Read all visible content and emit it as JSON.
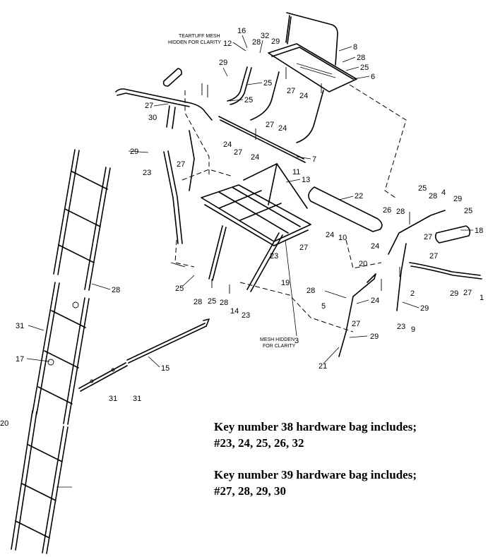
{
  "notes": {
    "mesh_top_line1": "TEARTUFF MESH",
    "mesh_top_line2": "HIDDEN FOR CLARITY",
    "mesh_bottom_line1": "MESH HIDDEN",
    "mesh_bottom_line2": "FOR CLARITY"
  },
  "key_notes": [
    {
      "line1": "Key number 38 hardware bag includes;",
      "line2": "#23, 24, 25, 26, 32"
    },
    {
      "line1": "Key number 39 hardware bag includes;",
      "line2": "#27, 28, 29, 30"
    }
  ],
  "callouts": [
    {
      "id": "c1",
      "text": "16"
    },
    {
      "id": "c2",
      "text": "32"
    },
    {
      "id": "c3",
      "text": "12"
    },
    {
      "id": "c4",
      "text": "28"
    },
    {
      "id": "c5",
      "text": "29"
    },
    {
      "id": "c6",
      "text": "8"
    },
    {
      "id": "c7",
      "text": "28"
    },
    {
      "id": "c8",
      "text": "25"
    },
    {
      "id": "c9",
      "text": "6"
    },
    {
      "id": "c10",
      "text": "29"
    },
    {
      "id": "c11",
      "text": "25"
    },
    {
      "id": "c12",
      "text": "25"
    },
    {
      "id": "c13",
      "text": "27"
    },
    {
      "id": "c14",
      "text": "24"
    },
    {
      "id": "c15",
      "text": "27"
    },
    {
      "id": "c16",
      "text": "30"
    },
    {
      "id": "c17",
      "text": "27"
    },
    {
      "id": "c18",
      "text": "24"
    },
    {
      "id": "c19",
      "text": "24"
    },
    {
      "id": "c20",
      "text": "27"
    },
    {
      "id": "c21",
      "text": "29"
    },
    {
      "id": "c22",
      "text": "23"
    },
    {
      "id": "c23",
      "text": "27"
    },
    {
      "id": "c24",
      "text": "24"
    },
    {
      "id": "c25",
      "text": "7"
    },
    {
      "id": "c26",
      "text": "11"
    },
    {
      "id": "c27",
      "text": "13"
    },
    {
      "id": "c28",
      "text": "22"
    },
    {
      "id": "c29",
      "text": "25"
    },
    {
      "id": "c30",
      "text": "28"
    },
    {
      "id": "c31",
      "text": "4"
    },
    {
      "id": "c32",
      "text": "29"
    },
    {
      "id": "c33",
      "text": "26"
    },
    {
      "id": "c34",
      "text": "28"
    },
    {
      "id": "c35",
      "text": "25"
    },
    {
      "id": "c36",
      "text": "18"
    },
    {
      "id": "c37",
      "text": "24"
    },
    {
      "id": "c38",
      "text": "10"
    },
    {
      "id": "c39",
      "text": "27"
    },
    {
      "id": "c40",
      "text": "24"
    },
    {
      "id": "c41",
      "text": "27"
    },
    {
      "id": "c42",
      "text": "27"
    },
    {
      "id": "c43",
      "text": "20"
    },
    {
      "id": "c44",
      "text": "28"
    },
    {
      "id": "c45",
      "text": "23"
    },
    {
      "id": "c46",
      "text": "19"
    },
    {
      "id": "c47",
      "text": "25"
    },
    {
      "id": "c48",
      "text": "28"
    },
    {
      "id": "c49",
      "text": "25"
    },
    {
      "id": "c50",
      "text": "28"
    },
    {
      "id": "c51",
      "text": "14"
    },
    {
      "id": "c52",
      "text": "23"
    },
    {
      "id": "c53",
      "text": "28"
    },
    {
      "id": "c54",
      "text": "5"
    },
    {
      "id": "c55",
      "text": "24"
    },
    {
      "id": "c56",
      "text": "27"
    },
    {
      "id": "c57",
      "text": "29"
    },
    {
      "id": "c58",
      "text": "2"
    },
    {
      "id": "c59",
      "text": "29"
    },
    {
      "id": "c60",
      "text": "23"
    },
    {
      "id": "c61",
      "text": "9"
    },
    {
      "id": "c62",
      "text": "29"
    },
    {
      "id": "c63",
      "text": "27"
    },
    {
      "id": "c64",
      "text": "1"
    },
    {
      "id": "c65",
      "text": "3"
    },
    {
      "id": "c66",
      "text": "21"
    },
    {
      "id": "c67",
      "text": "31"
    },
    {
      "id": "c68",
      "text": "17"
    },
    {
      "id": "c69",
      "text": "15"
    },
    {
      "id": "c70",
      "text": "31"
    },
    {
      "id": "c71",
      "text": "31"
    },
    {
      "id": "c72",
      "text": "20"
    }
  ]
}
